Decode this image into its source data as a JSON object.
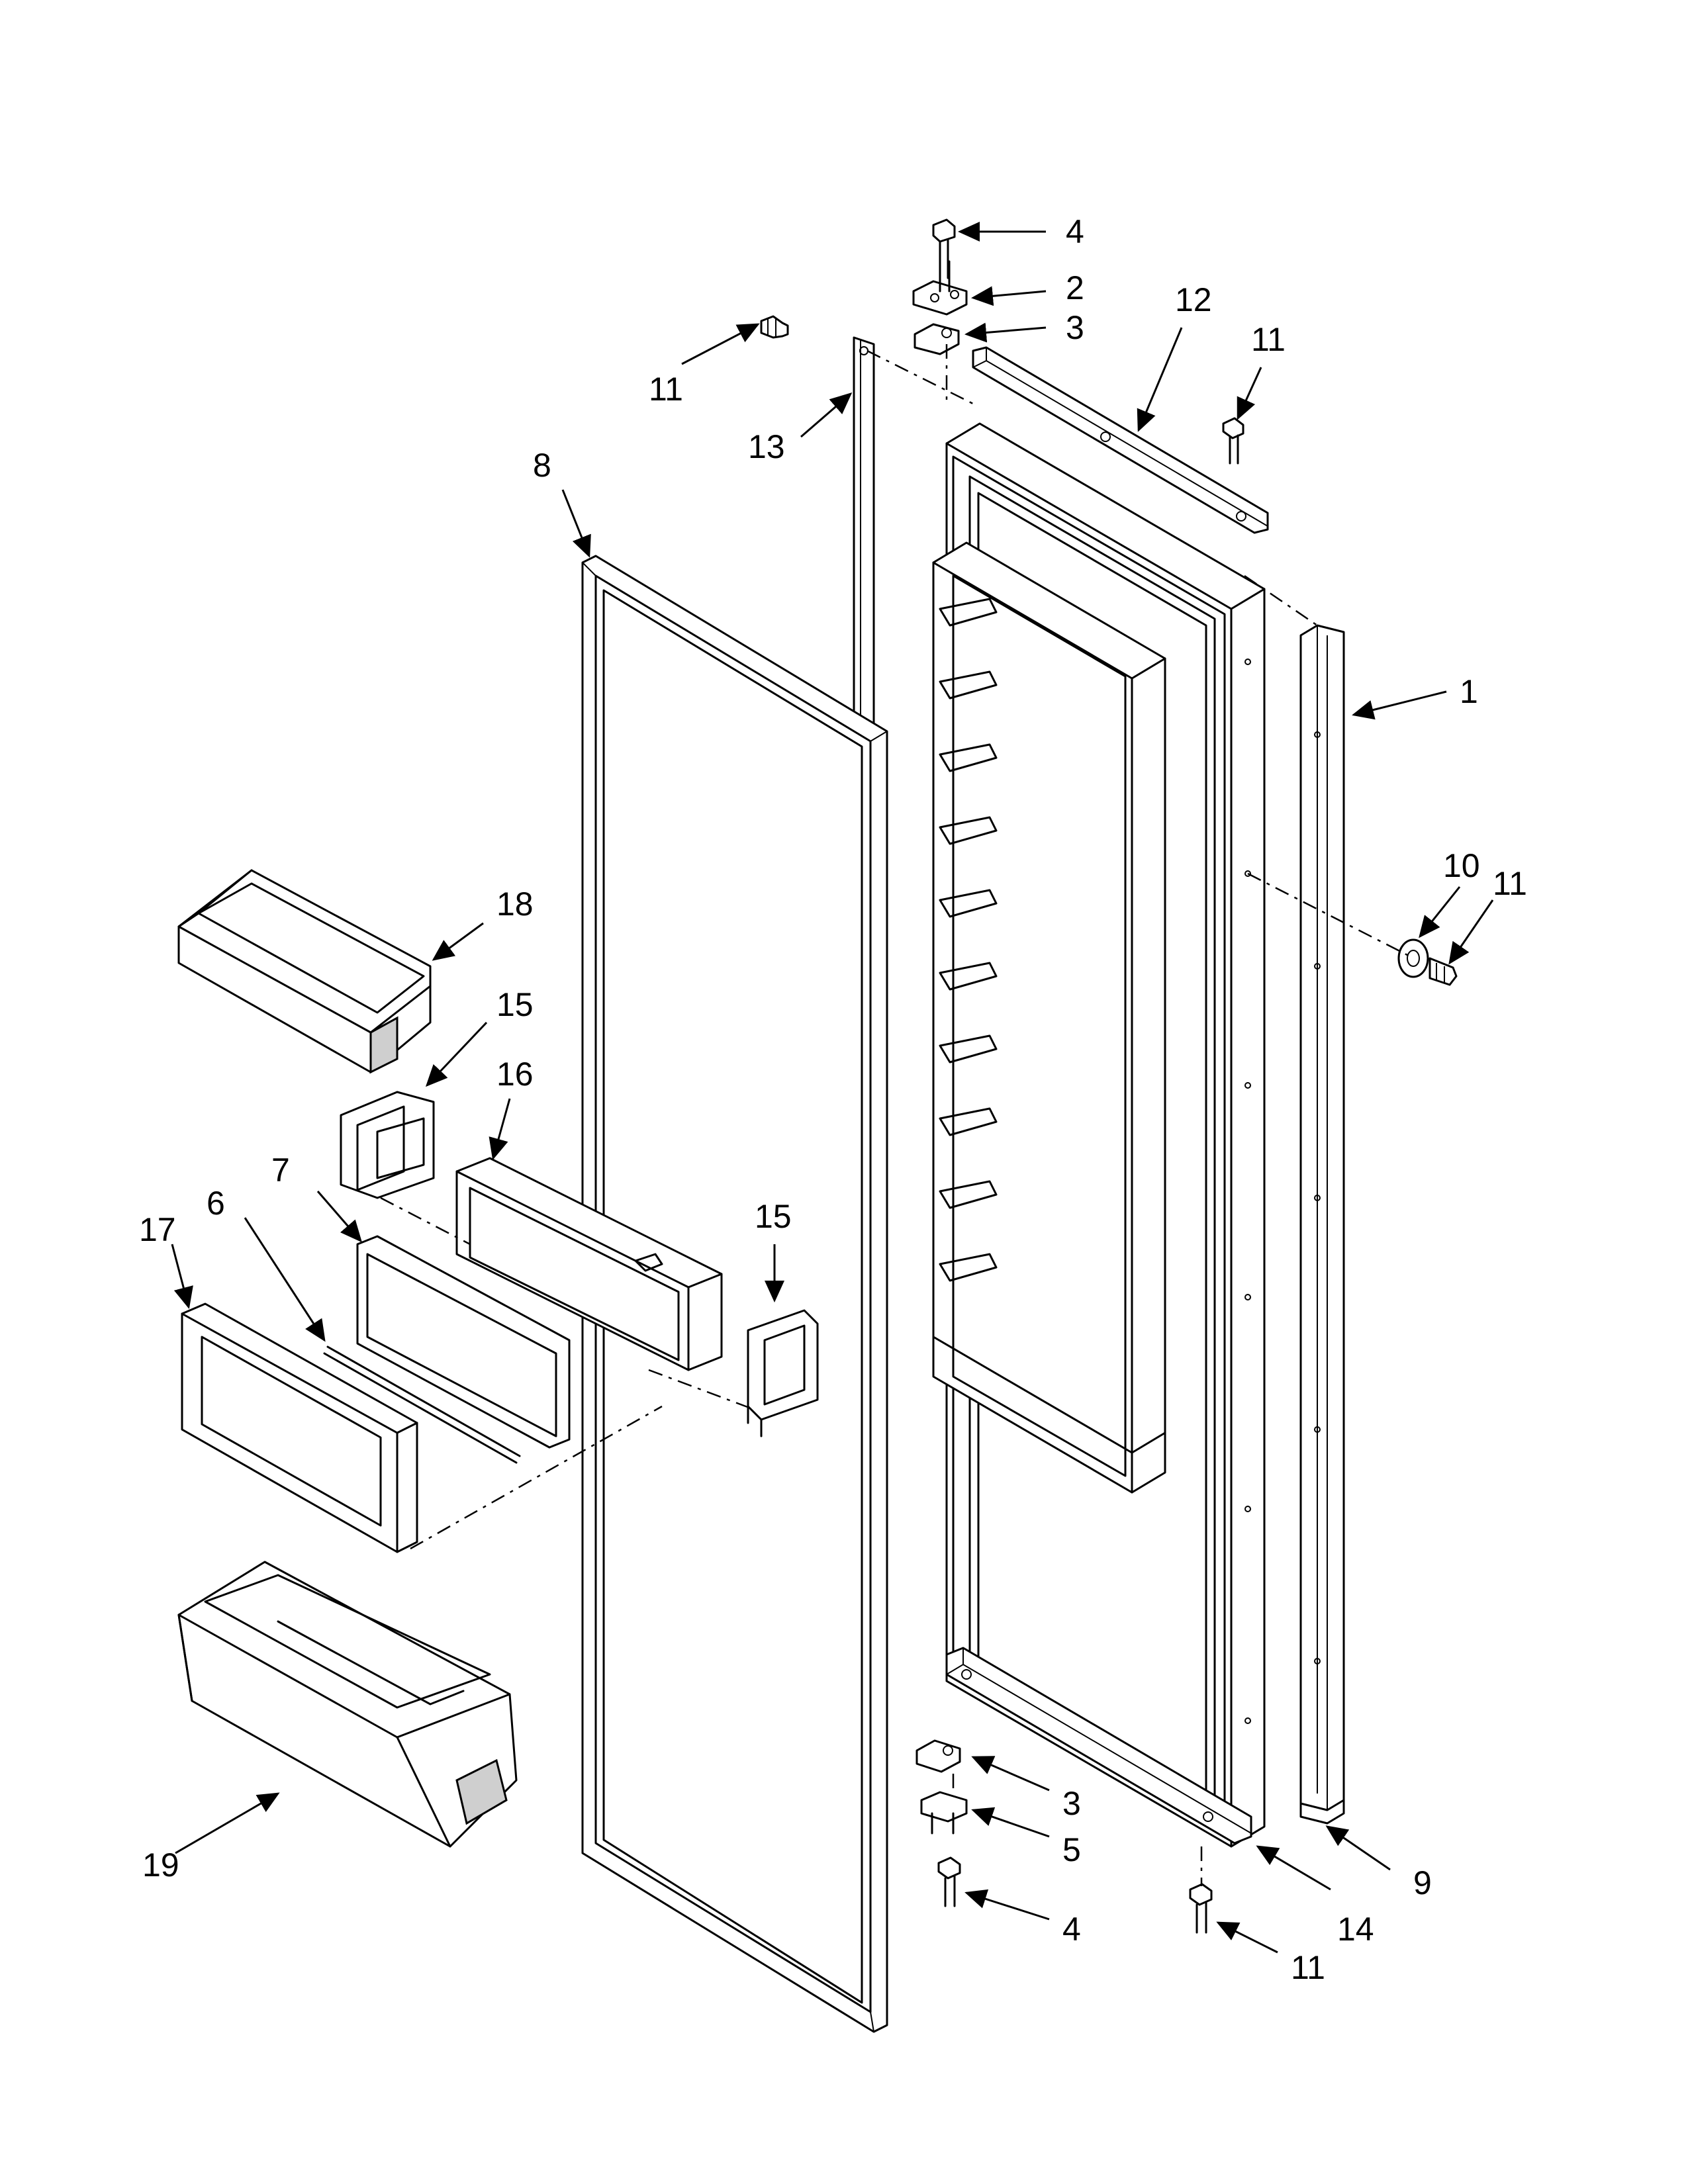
{
  "callouts": [
    {
      "id": "c4-top",
      "label": "4"
    },
    {
      "id": "c2",
      "label": "2"
    },
    {
      "id": "c3-top",
      "label": "3"
    },
    {
      "id": "c12",
      "label": "12"
    },
    {
      "id": "c11-tl",
      "label": "11"
    },
    {
      "id": "c11-tr",
      "label": "11"
    },
    {
      "id": "c13",
      "label": "13"
    },
    {
      "id": "c8",
      "label": "8"
    },
    {
      "id": "c1",
      "label": "1"
    },
    {
      "id": "c10",
      "label": "10"
    },
    {
      "id": "c11-mr",
      "label": "11"
    },
    {
      "id": "c18",
      "label": "18"
    },
    {
      "id": "c15-a",
      "label": "15"
    },
    {
      "id": "c16",
      "label": "16"
    },
    {
      "id": "c7",
      "label": "7"
    },
    {
      "id": "c6",
      "label": "6"
    },
    {
      "id": "c17",
      "label": "17"
    },
    {
      "id": "c15-b",
      "label": "15"
    },
    {
      "id": "c3-bot",
      "label": "3"
    },
    {
      "id": "c5",
      "label": "5"
    },
    {
      "id": "c4-bot",
      "label": "4"
    },
    {
      "id": "c9",
      "label": "9"
    },
    {
      "id": "c14",
      "label": "14"
    },
    {
      "id": "c11-br",
      "label": "11"
    },
    {
      "id": "c19",
      "label": "19"
    }
  ]
}
